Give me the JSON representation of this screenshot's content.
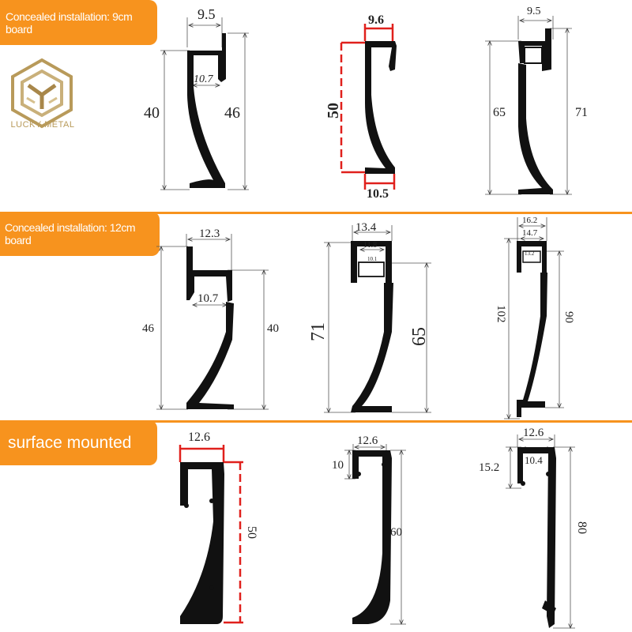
{
  "sections": [
    {
      "label": "Concealed installation: 9cm board"
    },
    {
      "label": "Concealed installation: 12cm board"
    },
    {
      "label": "surface mounted"
    }
  ],
  "brand": {
    "name": "LUCKY METAL"
  },
  "colors": {
    "accent": "#f7931e",
    "red_dim": "#e0201c",
    "profile": "#111111",
    "gold": "#b89a5a"
  },
  "profiles": {
    "r1c1": {
      "top": "9.5",
      "inner": "10.7",
      "left": "40",
      "right": "46"
    },
    "r1c2": {
      "top": "9.6",
      "left": "50",
      "bottom": "10.5"
    },
    "r1c3": {
      "top": "9.5",
      "left": "65",
      "right": "71"
    },
    "r2c1": {
      "top": "12.3",
      "inner": "10.7",
      "left": "46",
      "right": "40"
    },
    "r2c2": {
      "top": "13.4",
      "inner_top": "11.8",
      "inner_small": "10.1",
      "left": "71",
      "right": "65"
    },
    "r2c3": {
      "top": "16.2",
      "inner_top": "14.7",
      "inner_small": "13.2",
      "left": "102",
      "right": "90"
    },
    "r3c1": {
      "top": "12.6",
      "right": "50"
    },
    "r3c2": {
      "top": "12.6",
      "left": "10",
      "right": "60"
    },
    "r3c3": {
      "top": "12.6",
      "inner": "10.4",
      "left": "15.2",
      "right": "80"
    }
  }
}
